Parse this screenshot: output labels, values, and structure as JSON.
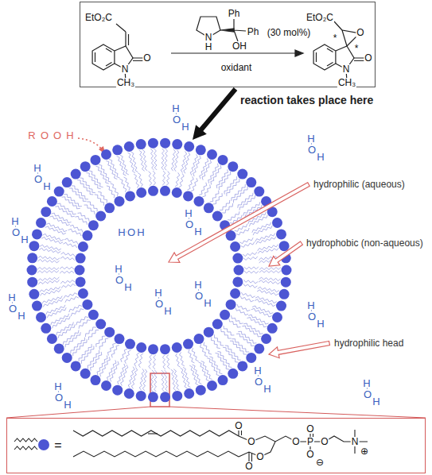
{
  "diagram": {
    "nodes": [
      {
        "text": [
          "(30 mol%)",
          "oxidant"
        ]
      },
      {
        "text": [
          "="
        ]
      }
    ],
    "labels": [
      "reaction takes place here",
      "hydrophilic (aqueous)",
      "hydrophobic (non-aqueous)",
      "hydrophilic head",
      "R",
      "O",
      "O",
      "H",
      "EtO₂C",
      "O",
      "N",
      "CH₃",
      "N",
      "H",
      "Ph",
      "Ph",
      "OH",
      "EtO₂C",
      "*",
      "*",
      "O",
      "O",
      "N",
      "CH₃",
      "O",
      "O",
      "O",
      "O",
      "O",
      "P",
      "O",
      "O",
      "⊖",
      "O",
      "N",
      "⊕",
      "H",
      "O",
      "H",
      "H",
      "O",
      "H",
      "H",
      "O",
      "H",
      "H",
      "O",
      "H",
      "H",
      "O",
      "H",
      "H",
      "O",
      "H",
      "H",
      "O",
      "H",
      "H",
      "O",
      "H",
      "H",
      "O",
      "H",
      "H",
      "O",
      "H",
      "H",
      "O",
      "H",
      "H",
      "O",
      "H",
      "H",
      "O",
      "H",
      "H",
      "O",
      "H"
    ]
  }
}
